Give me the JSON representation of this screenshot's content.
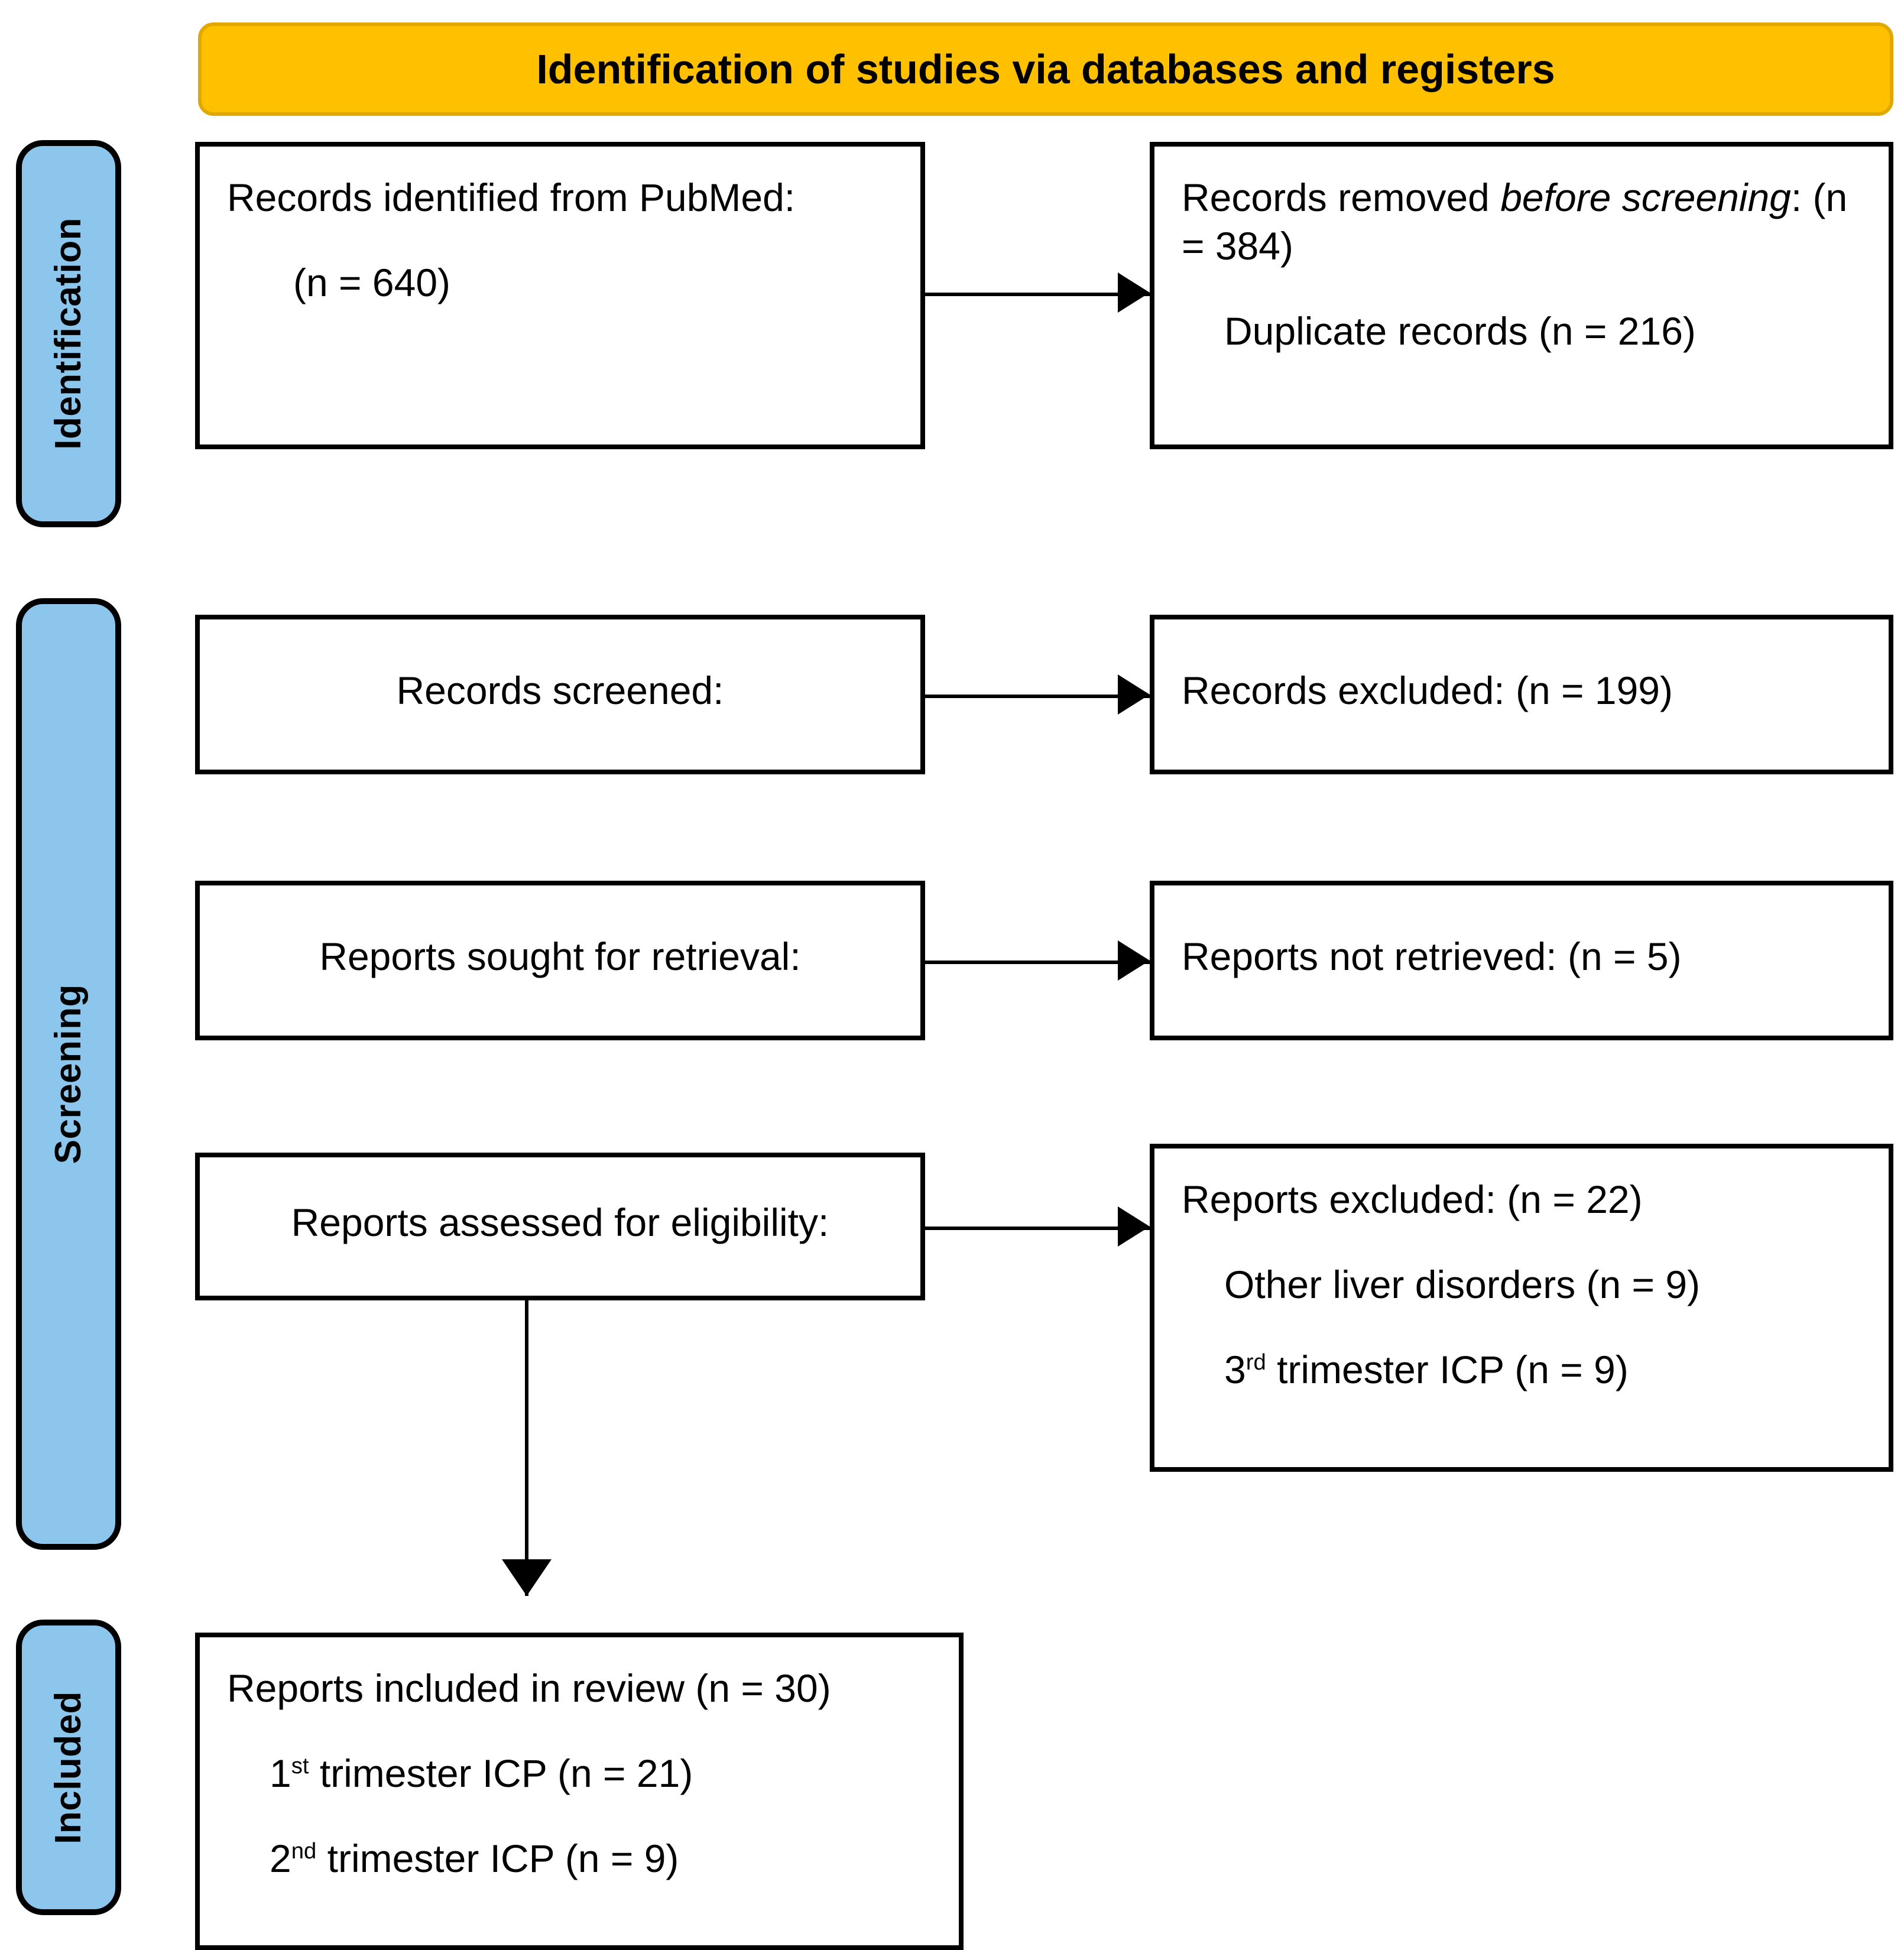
{
  "banner": {
    "title": "Identification of studies via databases and registers"
  },
  "phases": [
    {
      "id": "identification",
      "label": "Identification"
    },
    {
      "id": "screening",
      "label": "Screening"
    },
    {
      "id": "included",
      "label": "Included"
    }
  ],
  "boxes": {
    "records_identified": {
      "line1": "Records identified from PubMed:",
      "line2": "(n = 640)"
    },
    "records_removed": {
      "line1_a": "Records removed ",
      "line1_italic": "before screening",
      "line1_b": ": (n = 384)",
      "line2": "Duplicate records (n = 216)"
    },
    "records_screened": {
      "line1": "Records screened:"
    },
    "records_excluded": {
      "line1": "Records excluded: (n = 199)"
    },
    "reports_sought": {
      "line1": "Reports sought for retrieval:"
    },
    "reports_not_retrieved": {
      "line1": "Reports not retrieved: (n = 5)"
    },
    "reports_assessed": {
      "line1": "Reports assessed for eligibility:"
    },
    "reports_excluded": {
      "line1": "Reports excluded: (n = 22)",
      "line2": "Other liver disorders (n = 9)",
      "line3_num": "3",
      "line3_sup": "rd",
      "line3_rest": " trimester ICP (n = 9)"
    },
    "reports_included": {
      "line1": "Reports included in review (n = 30)",
      "line2_num": "1",
      "line2_sup": "st",
      "line2_rest": " trimester ICP (n = 21)",
      "line3_num": "2",
      "line3_sup": "nd",
      "line3_rest": " trimester ICP (n = 9)"
    }
  },
  "colors": {
    "banner_fill": "#FFC000",
    "rail_fill": "#8CC6EC",
    "box_border": "#000000",
    "text": "#000000"
  }
}
